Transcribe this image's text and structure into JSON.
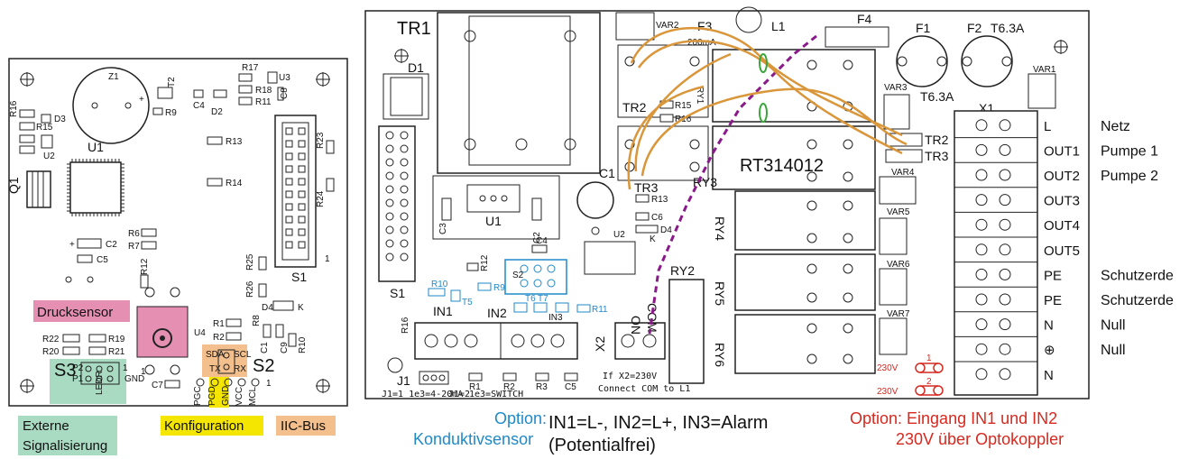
{
  "left_board": {
    "refs": {
      "z1": "Z1",
      "u1": "U1",
      "u2": "U2",
      "u3": "U3",
      "u4": "U4",
      "q1": "Q1",
      "s1": "S1",
      "s2": "S2",
      "s3": "S3",
      "t2": "T2",
      "d2": "D2",
      "d3": "D3",
      "d4": "D4",
      "r9": "R9",
      "r11": "R11",
      "r12": "R12",
      "r13": "R13",
      "r14": "R14",
      "r15": "R15",
      "r16": "R16",
      "r17": "R17",
      "r18": "R18",
      "r19": "R19",
      "r20": "R20",
      "r21": "R21",
      "r22": "R22",
      "r23": "R23",
      "r24": "R24",
      "r25": "R25",
      "r26": "R26",
      "r6": "R6",
      "r7": "R7",
      "r1": "R1",
      "r2": "R2",
      "r8": "R8",
      "r10": "R10",
      "c1": "C1",
      "c2": "C2",
      "c4": "C4",
      "c5": "C5",
      "c7": "C7",
      "c8": "C8",
      "c9": "C9",
      "k": "K",
      "one": "1",
      "plus": "+"
    },
    "pins": {
      "p2": "P2",
      "p1": "P1",
      "gnd": "GND",
      "ledr": "LEDR",
      "sda": "SDA",
      "scl": "SCL",
      "tx": "TX",
      "rx": "RX",
      "pgc": "PGC",
      "pgd": "PGD",
      "gnd2": "GND",
      "vcc": "VCC",
      "mcl": "MCL"
    },
    "callouts": {
      "drucksensor": "Drucksensor",
      "konfiguration": "Konfiguration",
      "iic_bus": "IIC-Bus",
      "externe_line1": "Externe",
      "externe_line2": "Signalisierung"
    }
  },
  "right_board": {
    "refs": {
      "tr1": "TR1",
      "tr2": "TR2",
      "tr3": "TR3",
      "d1": "D1",
      "u1": "U1",
      "u2": "U2",
      "s1": "S1",
      "c1": "C1",
      "c2": "C2",
      "c3": "C3",
      "c4": "C4",
      "c6": "C6",
      "f1": "F1",
      "f2": "F2",
      "f3": "F3",
      "f4": "F4",
      "l1": "L1",
      "x1": "X1",
      "x2": "X2",
      "var1": "VAR1",
      "var2": "VAR2",
      "var3": "VAR3",
      "var4": "VAR4",
      "var5": "VAR5",
      "var6": "VAR6",
      "var7": "VAR7",
      "ry1": "RY1",
      "ry2": "RY2",
      "ry3": "RY3",
      "ry4": "RY4",
      "ry5": "RY5",
      "ry6": "RY6",
      "r9": "R9",
      "r10": "R10",
      "r11": "R11",
      "r12": "R12",
      "r13": "R13",
      "r15": "R15",
      "r16": "R16",
      "t5": "T5",
      "t6": "T6",
      "t7": "T7",
      "s2": "S2",
      "d4": "D4",
      "k": "K",
      "j1": "J1",
      "r1": "R1",
      "r2": "R2",
      "r3": "R3",
      "c5": "C5",
      "tr2_r": "TR2",
      "tr3_r": "TR3",
      "ma200": "200mA",
      "t63a": "T6.3A",
      "t63a_b": "T6.3A",
      "relay": "RT314012",
      "in1": "IN1",
      "in2": "IN2",
      "in3": "IN3",
      "on": "ON",
      "com": "COM",
      "j1_note": "J1=1 1e3=4-20mA",
      "j1_note2": "J1=2",
      "j1_note3": "1e3=SWITCH",
      "x2_note": "If X2=230V",
      "connect_note": "Connect COM to L1",
      "v230_1": "230V",
      "v230_2": "230V",
      "one": "1",
      "two": "2"
    },
    "terminals": [
      "L",
      "OUT1",
      "OUT2",
      "OUT3",
      "OUT4",
      "OUT5",
      "PE",
      "PE",
      "N",
      "⊕",
      "N"
    ],
    "side_labels": [
      "Netz",
      "Pumpe 1",
      "Pumpe 2",
      "Schutzerde",
      "Schutzerde",
      "Null",
      "Null"
    ],
    "captions": {
      "option_line1": "Option:",
      "option_line2": "Konduktivsensor",
      "in_line1": "IN1=L-, IN2=L+, IN3=Alarm",
      "in_line2": "(Potentialfrei)",
      "opto_line1": "Option: Eingang IN1 und IN2",
      "opto_line2": "230V über Optokoppler"
    }
  },
  "colors": {
    "highlight_pink": "#e58fb3",
    "highlight_green": "#a9dbc2",
    "highlight_yellow": "#f5e600",
    "highlight_orange": "#f3bf8c",
    "option_blue": "#1f8ac9",
    "opto_red": "#d7291f",
    "wire_orange": "#d9963a",
    "trace_purple": "#8a1a8a"
  }
}
